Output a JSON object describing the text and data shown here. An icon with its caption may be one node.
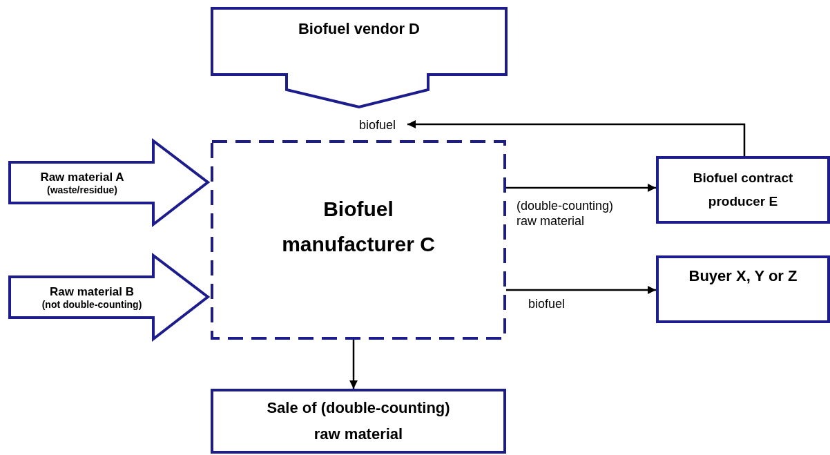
{
  "diagram": {
    "nodes": [
      {
        "text": [
          "Biofuel vendor D"
        ]
      },
      {
        "text": [
          "Biofuel manufacturer C"
        ]
      },
      {
        "text": [
          "Raw material A",
          "(waste/residue)"
        ]
      },
      {
        "text": [
          "Raw material B",
          "(not double-counting)"
        ]
      },
      {
        "text": [
          "Biofuel contract producer E"
        ]
      },
      {
        "text": [
          "Buyer X, Y or Z"
        ]
      },
      {
        "text": [
          "Sale of (double-counting) raw material"
        ]
      },
      {
        "text": [
          "biofuel"
        ]
      }
    ],
    "edges": [
      {
        "from": 4,
        "to": 7,
        "arrow": "to"
      },
      {
        "from": 1,
        "to": 4,
        "arrow": "to",
        "label": "(double-counting) raw material"
      },
      {
        "from": 1,
        "to": 5,
        "arrow": "to",
        "label": "biofuel"
      },
      {
        "from": 1,
        "to": 6,
        "arrow": "to"
      },
      {
        "from": 2,
        "to": 1,
        "arrow": "to"
      },
      {
        "from": 3,
        "to": 1,
        "arrow": "to"
      }
    ]
  }
}
